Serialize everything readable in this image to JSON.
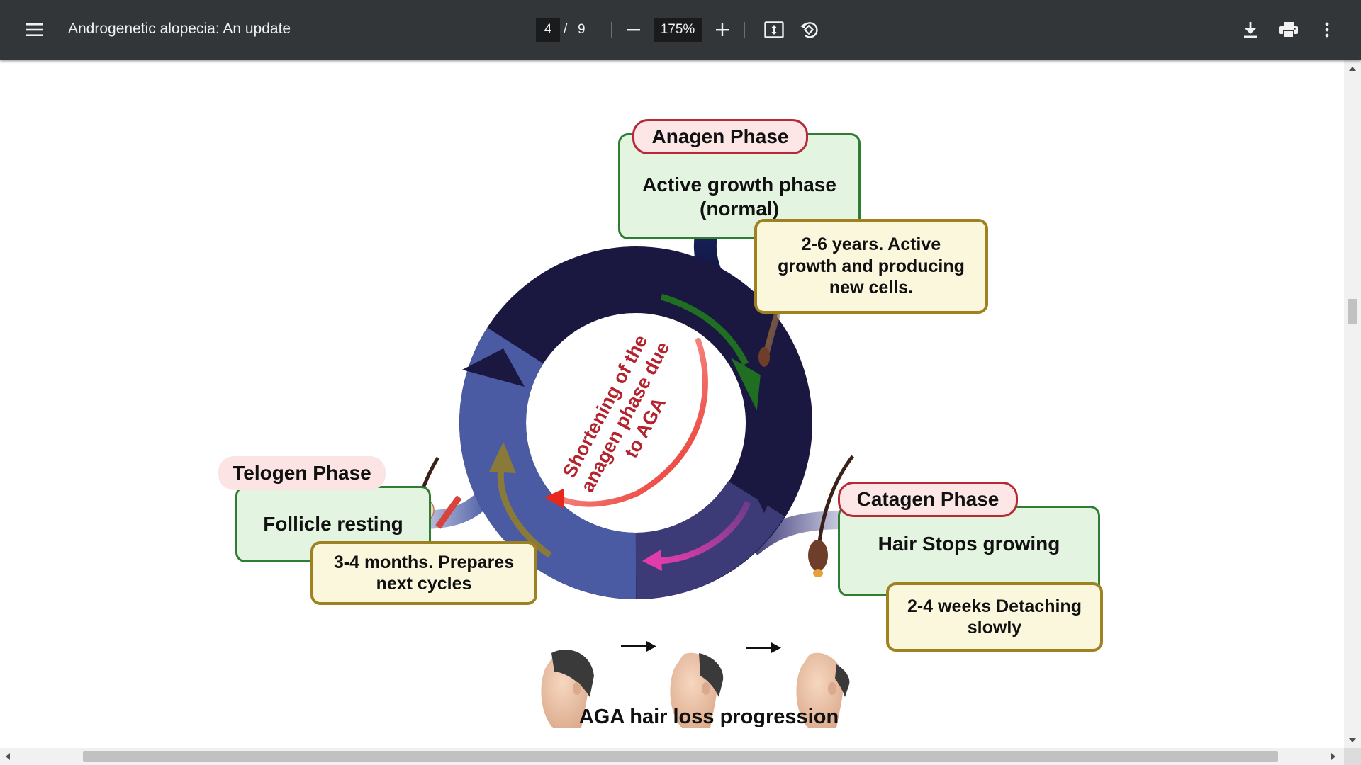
{
  "toolbar": {
    "title": "Androgenetic alopecia: An update",
    "page_current": "4",
    "page_separator": "/",
    "page_total": "9",
    "zoom": "175%",
    "icons": {
      "menu": "hamburger-icon",
      "zoom_out": "minus-icon",
      "zoom_in": "plus-icon",
      "fit": "fit-page-icon",
      "rotate": "rotate-icon",
      "download": "download-icon",
      "print": "print-icon",
      "more": "more-vert-icon"
    }
  },
  "figure": {
    "anagen": {
      "label": "Anagen Phase",
      "desc_line1": "Active growth phase",
      "desc_line2": "(normal)",
      "detail_line1": "2-6 years. Active",
      "detail_line2": "growth and producing",
      "detail_line3": "new cells."
    },
    "catagen": {
      "label": "Catagen Phase",
      "desc": "Hair Stops growing",
      "detail_line1": "2-4 weeks Detaching",
      "detail_line2": "slowly"
    },
    "telogen": {
      "label": "Telogen Phase",
      "desc": "Follicle resting",
      "detail_line1": "3-4 months. Prepares",
      "detail_line2": "next cycles"
    },
    "center_line1": "Shortening of the",
    "center_line2": "anagen phase due",
    "center_line3": "to AGA",
    "progression_caption": "AGA hair loss progression"
  },
  "colors": {
    "toolbar_bg": "#323639",
    "ring_dark": "#1a1840",
    "ring_blue": "#4a5ba3",
    "ring_purple": "#3d3a78",
    "green_border": "#2f7d32",
    "green_fill": "#e3f5e1",
    "yellow_border": "#9e8222",
    "yellow_fill": "#fbf7dc",
    "pink_border": "#b62a35",
    "center_text": "#b3232e"
  }
}
